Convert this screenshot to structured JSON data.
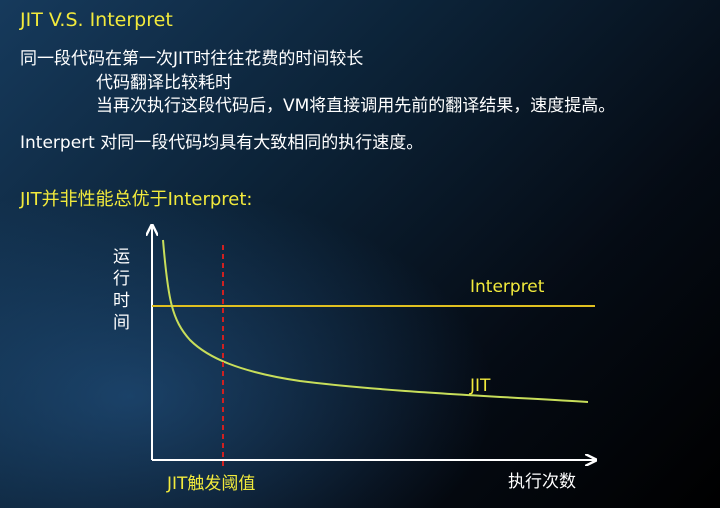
{
  "slide": {
    "title": "JIT V.S. Interpret",
    "line1": "同一段代码在第一次JIT时往往花费的时间较长",
    "line2": "代码翻译比较耗时",
    "line3": "当再次执行这段代码后，VM将直接调用先前的翻译结果，速度提高。",
    "line4": "Interpert 对同一段代码均具有大致相同的执行速度。",
    "subtitle": "JIT并非性能总优于Interpret:"
  },
  "diagram": {
    "y_axis_label_chars": [
      "运",
      "行",
      "时",
      "间"
    ],
    "x_axis_label": "执行次数",
    "interpret_label": "Interpret",
    "jit_label": "JIT",
    "threshold_label": "JIT触发阈值",
    "colors": {
      "text_accent": "#f2ea3c",
      "interpret_line": "#e0c020",
      "jit_curve": "#c8de5a",
      "threshold": "#d02020",
      "axis": "#ffffff"
    }
  }
}
